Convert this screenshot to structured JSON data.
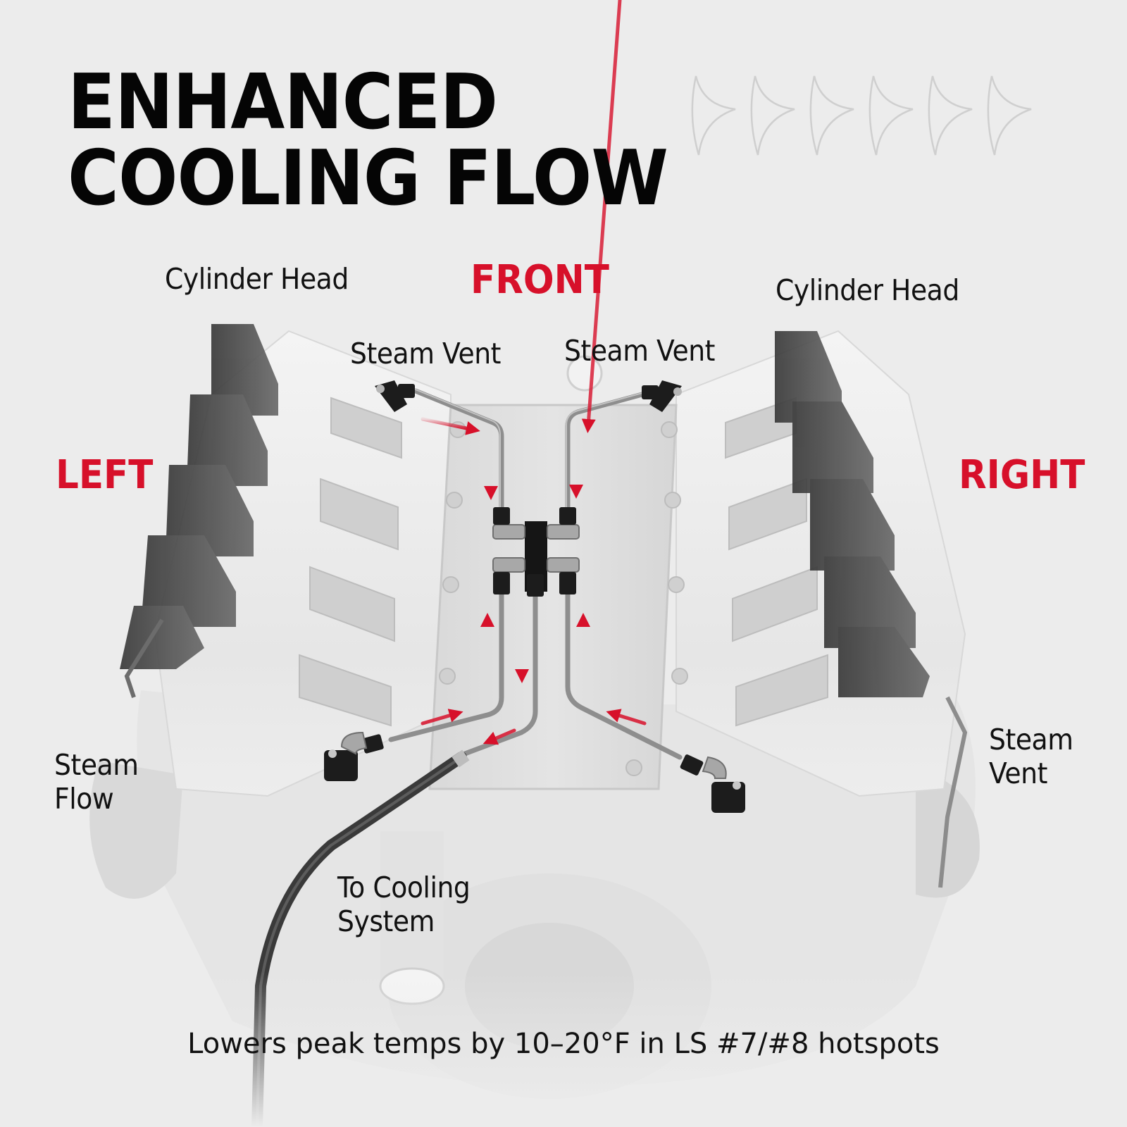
{
  "title": {
    "line1": "ENHANCED",
    "line2": "COOLING FLOW"
  },
  "directions": {
    "front": "FRONT",
    "left": "LEFT",
    "right": "RIGHT"
  },
  "labels": {
    "cylinder_head_left": "Cylinder Head",
    "cylinder_head_right": "Cylinder Head",
    "steam_vent_top_left": "Steam Vent",
    "steam_vent_top_right": "Steam Vent",
    "steam_flow_line1": "Steam",
    "steam_flow_line2": "Flow",
    "steam_vent_rear_line1": "Steam",
    "steam_vent_rear_line2": "Vent",
    "to_cooling_line1": "To Cooling",
    "to_cooling_line2": "System"
  },
  "caption": "Lowers peak temps by 10–20°F in LS #7/#8 hotspots",
  "decor": {
    "chevron_count": 6,
    "icon": "chevron-right-outline-icon"
  },
  "colors": {
    "background": "#ececec",
    "accent_red": "#d7102a",
    "title_black": "#050505",
    "chevron_gray": "#cfcfcf"
  }
}
